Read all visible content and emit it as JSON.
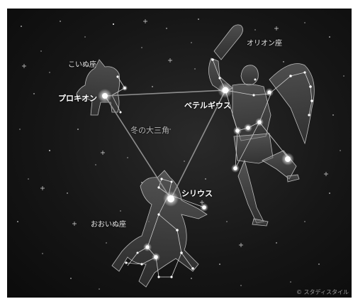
{
  "labels": {
    "orion": "オリオン座",
    "canis_minor": "こいぬ座",
    "procyon": "プロキオン",
    "betelgeuse": "ベテルギウス",
    "winter_triangle": "冬の大三角",
    "sirius": "シリウス",
    "canis_major": "おおいぬ座"
  },
  "copyright": "© スタディスタイル",
  "colors": {
    "sky": "#141414",
    "star": "#ffffff",
    "triangle_line": "#9a9a9a",
    "figure_line": "#cfcfcf"
  }
}
